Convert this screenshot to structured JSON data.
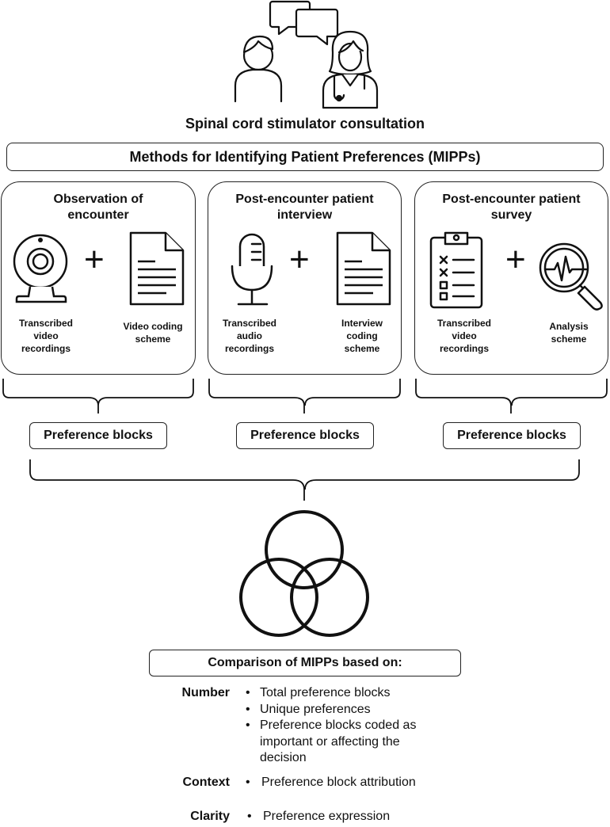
{
  "title": "Spinal cord stimulator consultation",
  "main_heading": "Methods for Identifying Patient Preferences (MIPPs)",
  "methods": [
    {
      "title": "Observation of encounter",
      "left_label": "Transcribed video recordings",
      "left_icon": "webcam-icon",
      "right_label": "Video coding scheme",
      "right_icon": "document-icon",
      "result": "Preference blocks"
    },
    {
      "title": "Post-encounter patient interview",
      "left_label": "Transcribed audio recordings",
      "left_icon": "microphone-icon",
      "right_label": "Interview coding scheme",
      "right_icon": "document-icon",
      "result": "Preference blocks"
    },
    {
      "title": "Post-encounter patient survey",
      "left_label": "Transcribed video recordings",
      "left_icon": "clipboard-checklist-icon",
      "right_label": "Analysis scheme",
      "right_icon": "magnifier-chart-icon",
      "result": "Preference blocks"
    }
  ],
  "plus_symbol": "+",
  "comparison_heading": "Comparison of MIPPs based on:",
  "criteria": [
    {
      "name": "Number",
      "items": [
        "Total preference blocks",
        "Unique preferences",
        "Preference blocks coded as important or affecting the decision"
      ]
    },
    {
      "name": "Context",
      "items": [
        "Preference block attribution"
      ]
    },
    {
      "name": "Clarity",
      "items": [
        "Preference expression"
      ]
    }
  ],
  "bullet_char": "•"
}
